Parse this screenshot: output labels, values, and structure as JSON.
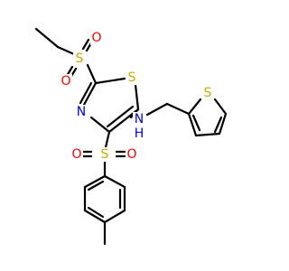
{
  "atoms": {
    "o_ethyl_1": {
      "label": "O",
      "color": "#ff0000"
    },
    "o_ethyl_2": {
      "label": "O",
      "color": "#ff0000"
    },
    "s_ethyl": {
      "label": "S",
      "color": "#ccaa00"
    },
    "s_ring": {
      "label": "S",
      "color": "#ccaa00"
    },
    "n_ring": {
      "label": "N",
      "color": "#0000ff"
    },
    "nh_amine": {
      "label": "N",
      "color": "#0000ff"
    },
    "h_amine": {
      "label": "H",
      "color": "#0000ff"
    },
    "s_thiophene": {
      "label": "S",
      "color": "#ccaa00"
    },
    "s_tosyl": {
      "label": "S",
      "color": "#ccaa00"
    },
    "o_tosyl_1": {
      "label": "O",
      "color": "#ff0000"
    },
    "o_tosyl_2": {
      "label": "O",
      "color": "#ff0000"
    }
  }
}
